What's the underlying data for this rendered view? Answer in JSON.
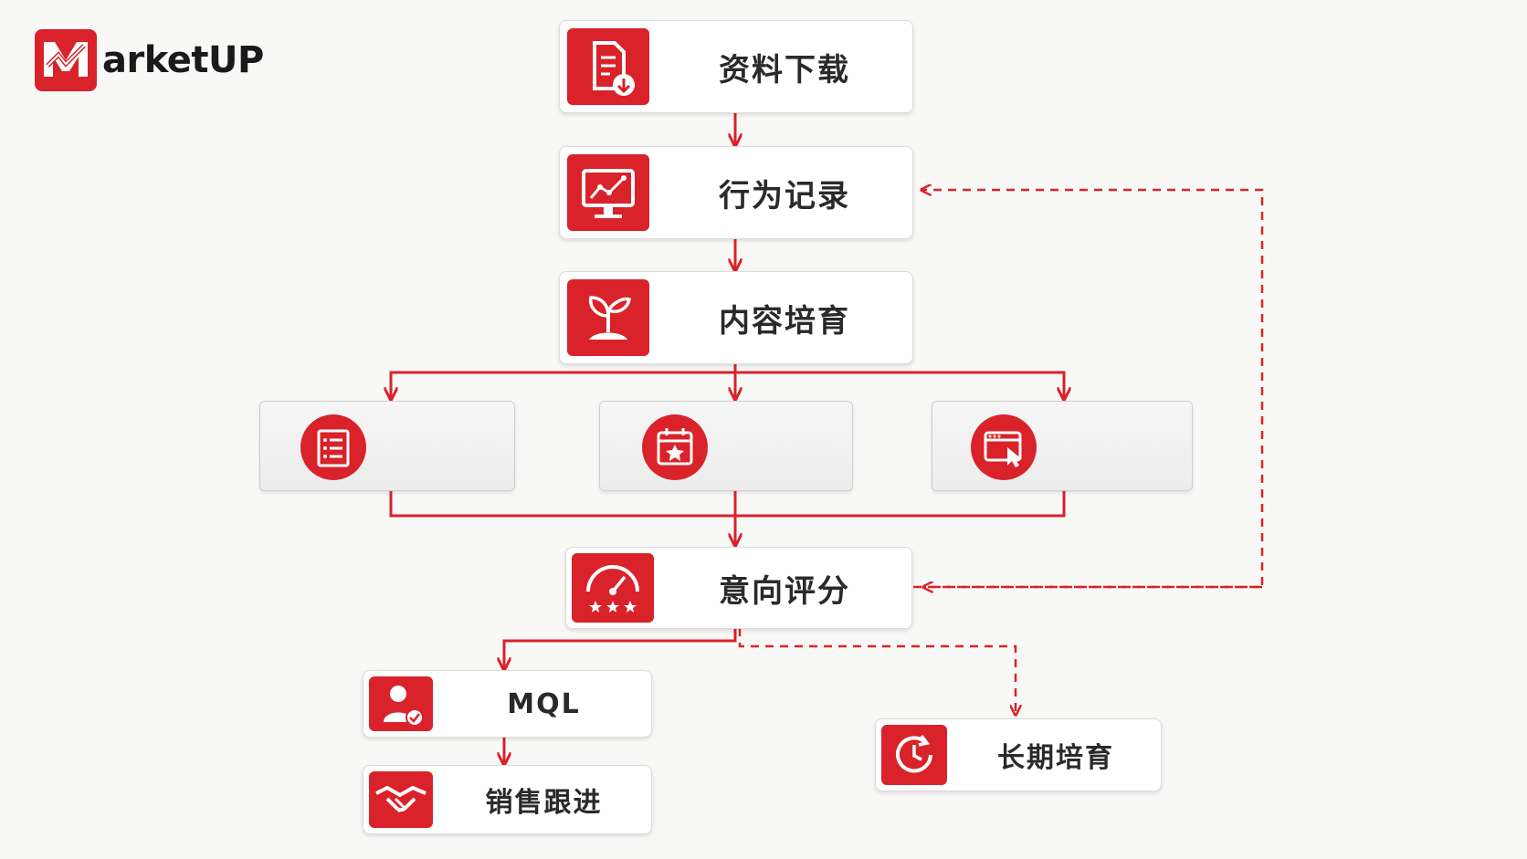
{
  "brand": {
    "logo_text": "arketUP"
  },
  "flow": {
    "download": "资料下载",
    "behavior": "行为记录",
    "nurture": "内容培育",
    "scoring": "意向评分",
    "mql": "MQL",
    "sales": "销售跟进",
    "long_term": "长期培育"
  },
  "icons": {
    "download": "document-download-icon",
    "behavior": "monitor-chart-icon",
    "nurture": "sprout-icon",
    "scoring": "gauge-stars-icon",
    "mql": "user-check-icon",
    "sales": "handshake-icon",
    "long_term": "clock-refresh-icon",
    "channel_1": "list-document-icon",
    "channel_2": "calendar-star-icon",
    "channel_3": "browser-cursor-icon"
  },
  "colors": {
    "accent": "#d9222a",
    "text": "#2a2a2a"
  }
}
